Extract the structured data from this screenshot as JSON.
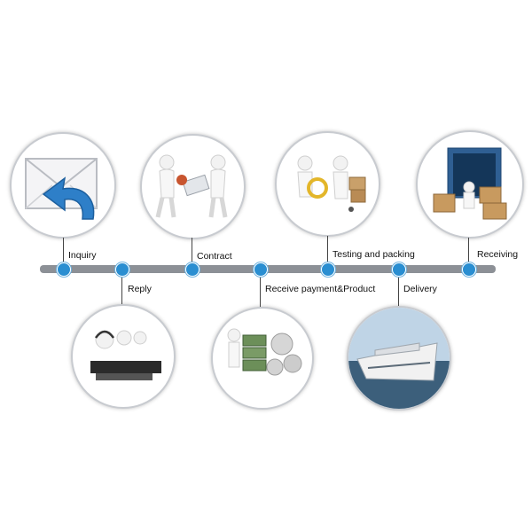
{
  "steps": {
    "inquiry": "Inquiry",
    "reply": "Reply",
    "contract": "Contract",
    "payment": "Receive payment&Product",
    "testing": "Testing and packing",
    "delivery": "Delivery",
    "receiving": "Receiving"
  },
  "colors": {
    "node": "#2a8ed1",
    "bar": "#8c9096",
    "bubble_border": "#c8cbd0"
  }
}
